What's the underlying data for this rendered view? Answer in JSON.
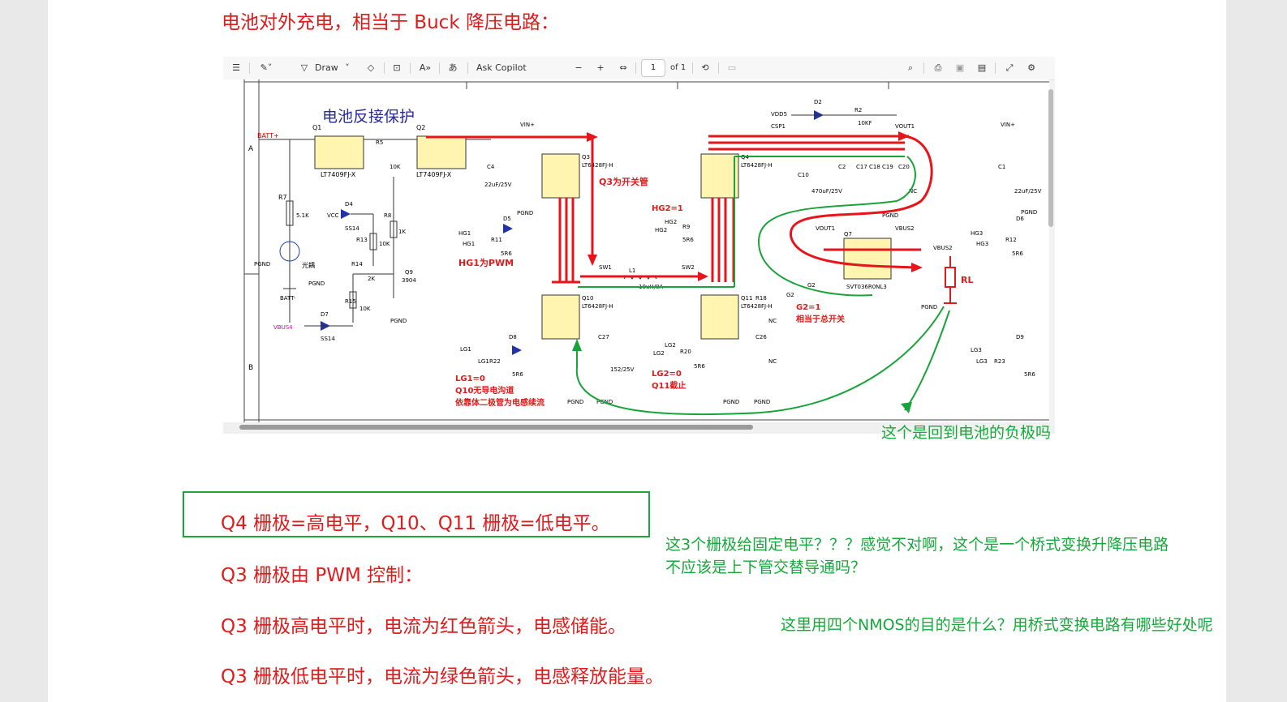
{
  "document": {
    "heading": "电池对外充电，相当于 Buck 降压电路：",
    "line1": "Q4 栅极=高电平，Q10、Q11 栅极=低电平。",
    "line2": "Q3 栅极由 PWM 控制：",
    "line3": "Q3 栅极高电平时，电流为红色箭头，电感储能。",
    "line4": "Q3 栅极低电平时，电流为绿色箭头，电感释放能量。"
  },
  "annotations": {
    "return_question": "这个是回到电池的负极吗",
    "gate_question_line1": "这3个栅极给固定电平？？？感觉不对啊，这个是一个桥式变换升降压电路",
    "gate_question_line2": "不应该是上下管交替导通吗？",
    "nmos_question": "这里用四个NMOS的目的是什么？用桥式变换电路有哪些好处呢"
  },
  "viewer": {
    "toolbar": {
      "draw_label": "Draw",
      "copilot_label": "Ask Copilot",
      "zoom_out": "−",
      "zoom_in": "+",
      "page_current": "1",
      "page_total": "of 1"
    }
  },
  "schematic": {
    "title": "电池反接保护",
    "labels": {
      "battp": "BATT+",
      "battn": "BATT-",
      "pgnd": "PGND",
      "vcc": "VCC",
      "vbus4": "VBUS4",
      "q1": "Q1",
      "q2": "Q2",
      "q1part": "LT7409FJ-X",
      "q2part": "LT7409FJ-X",
      "q3": "Q3",
      "q3part": "LT6428FJ-H",
      "q4": "Q4",
      "q4part": "LT6428FJ-H",
      "q10": "Q10",
      "q10part": "LT6428FJ-H",
      "q11": "Q11",
      "q11part": "LT6428FJ-H",
      "q7": "Q7",
      "q7part": "SVT036R0NL3",
      "q9": "Q9",
      "q9part": "3904",
      "vinp": "VIN+",
      "vdd5": "VDD5",
      "csp1": "CSP1",
      "vout1": "VOUT1",
      "vbus2": "VBUS2",
      "d2": "D2",
      "d4": "D4",
      "d5": "D5",
      "d6": "D6",
      "d7": "D7",
      "d8": "D8",
      "d9": "D9",
      "ss14": "SS14",
      "r2": "R2",
      "r2v": "10KF",
      "r7": "R7",
      "r7v": "5.1K",
      "r13": "R13",
      "r13v": "10K",
      "r14": "R14",
      "r14v": "2K",
      "r15": "R15",
      "r15v": "10K",
      "r8": "R8",
      "r8v": "1K",
      "r5": "R5",
      "r5v": "10K",
      "hg1": "HG1",
      "hg2": "HG2",
      "hg3": "HG3",
      "lg1": "LG1",
      "lg2": "LG2",
      "lg3": "LG3",
      "g2": "G2",
      "r11": "R11",
      "r9": "R9",
      "r22": "R22",
      "r20": "R20",
      "r12": "R12",
      "r23": "R23",
      "r5r6": "5R6",
      "sw1": "SW1",
      "sw2": "SW2",
      "l1": "L1",
      "l1v": "10uH/8A",
      "c27": "C27",
      "c27v": "152/25V",
      "c26": "C26",
      "nc": "NC",
      "r18": "R18",
      "c10": "C10",
      "c10v": "470uF/25V",
      "c1": "C1",
      "c1v": "22uF/25V",
      "c2": "C2",
      "c17": "C17",
      "c18": "C18",
      "c19": "C19",
      "c20": "C20",
      "c4": "C4",
      "c4v": "22uF/25V",
      "ann_q3": "Q3为开关管",
      "ann_hg2": "HG2=1",
      "ann_hg1": "HG1为PWM",
      "ann_lg1": "LG1=0",
      "ann_q10a": "Q10无导电沟道",
      "ann_q10b": "依靠体二极管为电感续流",
      "ann_lg2": "LG2=0",
      "ann_q11": "Q11截止",
      "ann_g2": "G2=1",
      "ann_g2b": "相当于总开关",
      "rl": "RL",
      "optic": "光耦",
      "row_a": "A",
      "row_b": "B"
    }
  }
}
